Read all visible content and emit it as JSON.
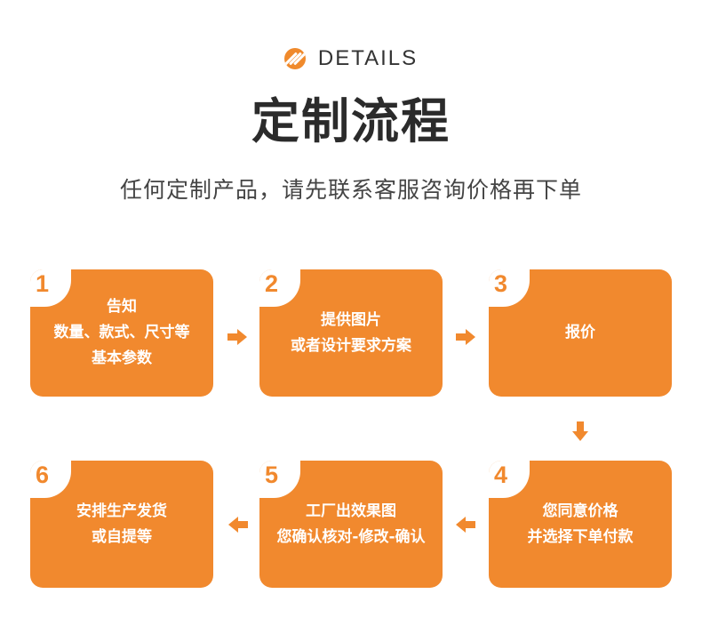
{
  "header": {
    "tag": "DETAILS",
    "title": "定制流程",
    "subtitle": "任何定制产品，请先联系客服咨询价格再下单"
  },
  "steps": [
    {
      "number": "1",
      "lines": [
        "告知",
        "数量、款式、尺寸等",
        "基本参数"
      ]
    },
    {
      "number": "2",
      "lines": [
        "提供图片",
        "或者设计要求方案"
      ]
    },
    {
      "number": "3",
      "lines": [
        "报价"
      ]
    },
    {
      "number": "4",
      "lines": [
        "您同意价格",
        "并选择下单付款"
      ]
    },
    {
      "number": "5",
      "lines": [
        "工厂出效果图",
        "您确认核对-修改-确认"
      ]
    },
    {
      "number": "6",
      "lines": [
        "安排生产发货",
        "或自提等"
      ]
    }
  ],
  "colors": {
    "accent": "#f1892e",
    "title": "#2b2b2b",
    "text": "#444444"
  }
}
